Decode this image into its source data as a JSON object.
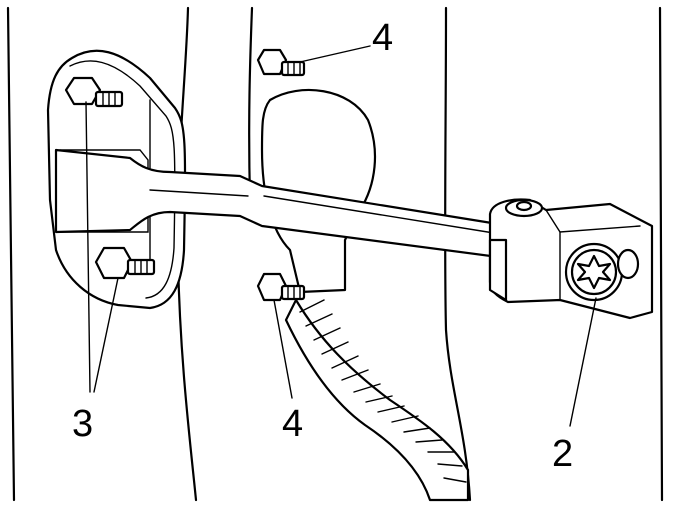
{
  "callouts": [
    {
      "id": "top",
      "text": "4"
    },
    {
      "id": "bottom-left",
      "text": "3"
    },
    {
      "id": "bottom-middle",
      "text": "4"
    },
    {
      "id": "bottom-right",
      "text": "2"
    }
  ],
  "colors": {
    "stroke": "#000000",
    "background": "#ffffff"
  }
}
